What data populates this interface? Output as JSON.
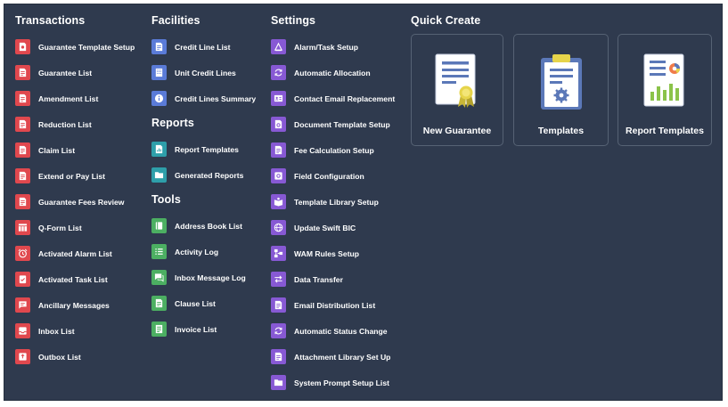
{
  "transactions": {
    "title": "Transactions",
    "items": [
      {
        "label": "Guarantee Template Setup",
        "icon": "doc-ribbon-icon"
      },
      {
        "label": "Guarantee List",
        "icon": "document-icon"
      },
      {
        "label": "Amendment List",
        "icon": "document-icon"
      },
      {
        "label": "Reduction List",
        "icon": "document-icon"
      },
      {
        "label": "Claim List",
        "icon": "document-icon"
      },
      {
        "label": "Extend or Pay List",
        "icon": "document-icon"
      },
      {
        "label": "Guarantee Fees Review",
        "icon": "document-icon"
      },
      {
        "label": "Q-Form List",
        "icon": "table-icon"
      },
      {
        "label": "Activated Alarm List",
        "icon": "alarm-clock-icon"
      },
      {
        "label": "Activated Task List",
        "icon": "task-check-icon"
      },
      {
        "label": "Ancillary Messages",
        "icon": "chat-bubble-icon"
      },
      {
        "label": "Inbox List",
        "icon": "inbox-tray-icon"
      },
      {
        "label": "Outbox List",
        "icon": "outbox-tray-icon"
      }
    ]
  },
  "facilities": {
    "title": "Facilities",
    "items": [
      {
        "label": "Credit Line List",
        "icon": "document-icon"
      },
      {
        "label": "Unit Credit Lines",
        "icon": "building-icon"
      },
      {
        "label": "Credit Lines Summary",
        "icon": "info-icon"
      }
    ]
  },
  "reports": {
    "title": "Reports",
    "items": [
      {
        "label": "Report Templates",
        "icon": "report-chart-icon"
      },
      {
        "label": "Generated Reports",
        "icon": "folder-icon"
      }
    ]
  },
  "tools": {
    "title": "Tools",
    "items": [
      {
        "label": "Address Book List",
        "icon": "address-book-icon"
      },
      {
        "label": "Activity Log",
        "icon": "list-icon"
      },
      {
        "label": "Inbox Message Log",
        "icon": "messages-icon"
      },
      {
        "label": "Clause List",
        "icon": "document-icon"
      },
      {
        "label": "Invoice List",
        "icon": "invoice-icon"
      }
    ]
  },
  "settings": {
    "title": "Settings",
    "items": [
      {
        "label": "Alarm/Task Setup",
        "icon": "alarm-task-icon"
      },
      {
        "label": "Automatic Allocation",
        "icon": "refresh-icon"
      },
      {
        "label": "Contact Email Replacement",
        "icon": "contact-card-icon"
      },
      {
        "label": "Document Template Setup",
        "icon": "document-gear-icon"
      },
      {
        "label": "Fee Calculation Setup",
        "icon": "document-icon"
      },
      {
        "label": "Field Configuration",
        "icon": "field-config-icon"
      },
      {
        "label": "Template Library Setup",
        "icon": "library-book-icon"
      },
      {
        "label": "Update Swift BIC",
        "icon": "globe-icon"
      },
      {
        "label": "WAM Rules Setup",
        "icon": "rules-flow-icon"
      },
      {
        "label": "Data Transfer",
        "icon": "transfer-arrows-icon"
      },
      {
        "label": "Email Distribution List",
        "icon": "document-icon"
      },
      {
        "label": "Automatic Status Change",
        "icon": "refresh-icon"
      },
      {
        "label": "Attachment Library Set Up",
        "icon": "document-icon"
      },
      {
        "label": "System Prompt Setup List",
        "icon": "folder-icon"
      }
    ]
  },
  "quick_create": {
    "title": "Quick Create",
    "cards": [
      {
        "label": "New Guarantee",
        "icon": "certificate-icon"
      },
      {
        "label": "Templates",
        "icon": "clipboard-gear-icon"
      },
      {
        "label": "Report Templates",
        "icon": "report-document-icon"
      }
    ]
  },
  "colors": {
    "panel_bg": "#2f3a4e",
    "transactions_accent": "#e0484e",
    "facilities_accent": "#5a7bd8",
    "reports_accent": "#2e9faa",
    "tools_accent": "#4caf62",
    "settings_accent": "#8759d4"
  }
}
